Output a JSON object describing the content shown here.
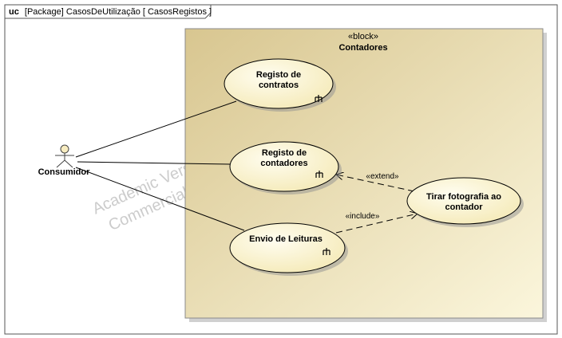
{
  "frame": {
    "keyword": "uc",
    "label": "[Package] CasosDeUtilização [ CasosRegistos ]"
  },
  "block": {
    "stereotype": "«block»",
    "name": "Contadores"
  },
  "actor": {
    "name": "Consumidor"
  },
  "use_cases": [
    {
      "id": "uc-registo-contratos",
      "lines": [
        "Registo de",
        "contratos"
      ],
      "has_subdiagram": true
    },
    {
      "id": "uc-registo-contadores",
      "lines": [
        "Registo de",
        "contadores"
      ],
      "has_subdiagram": true
    },
    {
      "id": "uc-envio-leituras",
      "lines": [
        "Envio de Leituras"
      ],
      "has_subdiagram": true
    },
    {
      "id": "uc-tirar-fotografia",
      "lines": [
        "Tirar fotografia ao",
        "contador"
      ],
      "has_subdiagram": false
    }
  ],
  "relations": [
    {
      "type": "extend",
      "label": "«extend»"
    },
    {
      "type": "include",
      "label": "«include»"
    }
  ],
  "watermark": {
    "line1": "Academic Versi",
    "line2": "Commercial D"
  },
  "colors": {
    "block_dark": "#d8c690",
    "block_light": "#fbf6dc",
    "ellipse_fill": "#fdf8d6",
    "ellipse_fill_dark": "#f4e9b5",
    "stroke": "#000000",
    "frame_stroke": "#555555",
    "watermark": "#c8c8c8"
  }
}
